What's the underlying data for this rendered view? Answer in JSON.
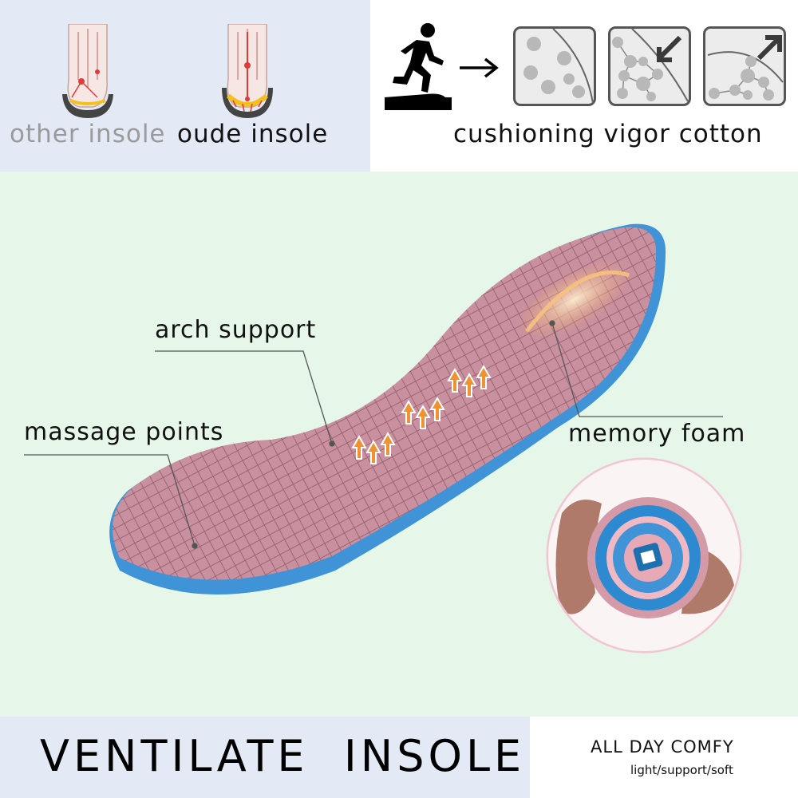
{
  "comparison": {
    "left_label": "other insole",
    "right_label": "oude insole"
  },
  "cushioning": {
    "label": "cushioning vigor cotton",
    "icons": [
      "runner-icon",
      "arrow-right-icon",
      "cell-scattered-icon",
      "cell-compress-icon",
      "cell-rebound-icon"
    ]
  },
  "callouts": {
    "arch": "arch support",
    "massage": "massage points",
    "memory": "memory foam"
  },
  "footer": {
    "headline": "VENTILATE  INSOLE",
    "tagline_main": "ALL DAY COMFY",
    "tagline_sub": "light/support/soft"
  },
  "colors": {
    "insole_top": "#c9919f",
    "insole_base": "#3f93d6",
    "mint_background": "#e6f7ea",
    "light_blue_panel": "#e3e9f5",
    "arrow_orange": "#f2922e"
  }
}
